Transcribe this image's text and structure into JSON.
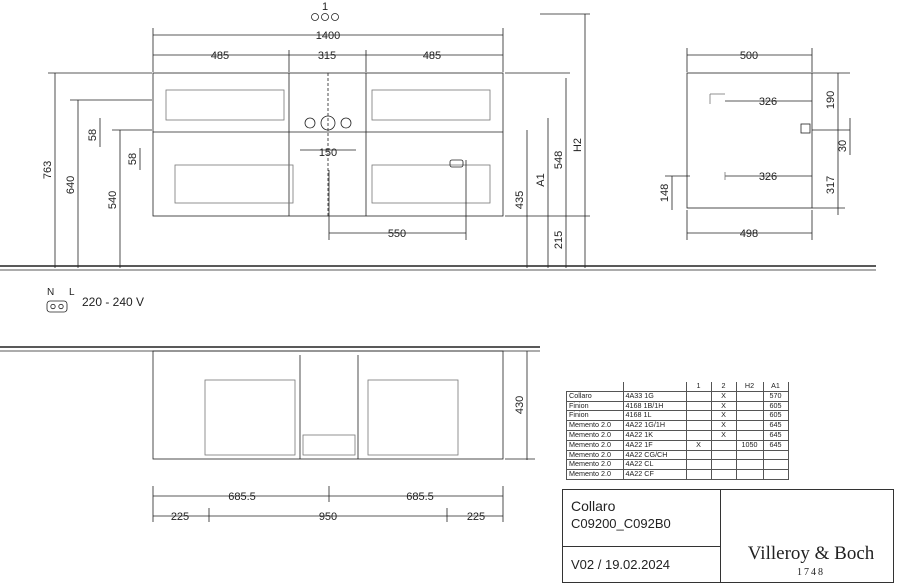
{
  "front_view": {
    "position_marker": "1",
    "overall_width": "1400",
    "top_widths": [
      "485",
      "315",
      "485"
    ],
    "heights_left": [
      "763",
      "640",
      "540"
    ],
    "drawer_offsets": [
      "58",
      "58"
    ],
    "center_width": "150",
    "lower_width": "550",
    "right_heights": [
      "435",
      "A1",
      "548",
      "H2",
      "215"
    ]
  },
  "side_view": {
    "top_depth": "500",
    "inner_widths": [
      "326",
      "326"
    ],
    "bottom_depth": "498",
    "right_dims": [
      "190",
      "30",
      "317"
    ],
    "left_dim": "148"
  },
  "power": {
    "terminals": "N L",
    "voltage": "220 - 240 V"
  },
  "plan_view": {
    "depth": "430",
    "upper_widths": [
      "685.5",
      "685.5"
    ],
    "lower_widths": [
      "225",
      "950",
      "225"
    ]
  },
  "variant_table": {
    "headers": [
      "",
      "",
      "1",
      "2",
      "H2",
      "A1"
    ],
    "rows": [
      [
        "Collaro",
        "4A33 1G",
        "",
        "X",
        "",
        "570"
      ],
      [
        "Finion",
        "4168 1B/1H",
        "",
        "X",
        "",
        "605"
      ],
      [
        "Finion",
        "4168 1L",
        "",
        "X",
        "",
        "605"
      ],
      [
        "Memento 2.0",
        "4A22 1G/1H",
        "",
        "X",
        "",
        "645"
      ],
      [
        "Memento 2.0",
        "4A22 1K",
        "",
        "X",
        "",
        "645"
      ],
      [
        "Memento 2.0",
        "4A22 1F",
        "X",
        "",
        "1050",
        "645"
      ],
      [
        "Memento 2.0",
        "4A22 CG/CH",
        "",
        "",
        "",
        ""
      ],
      [
        "Memento 2.0",
        "4A22 CL",
        "",
        "",
        "",
        ""
      ],
      [
        "Memento 2.0",
        "4A22 CF",
        "",
        "",
        "",
        ""
      ]
    ]
  },
  "title_block": {
    "product": "Collaro",
    "codes": "C09200_C092B0",
    "version": "V02 / 19.02.2024",
    "brand": "Villeroy & Boch",
    "year": "1748"
  }
}
